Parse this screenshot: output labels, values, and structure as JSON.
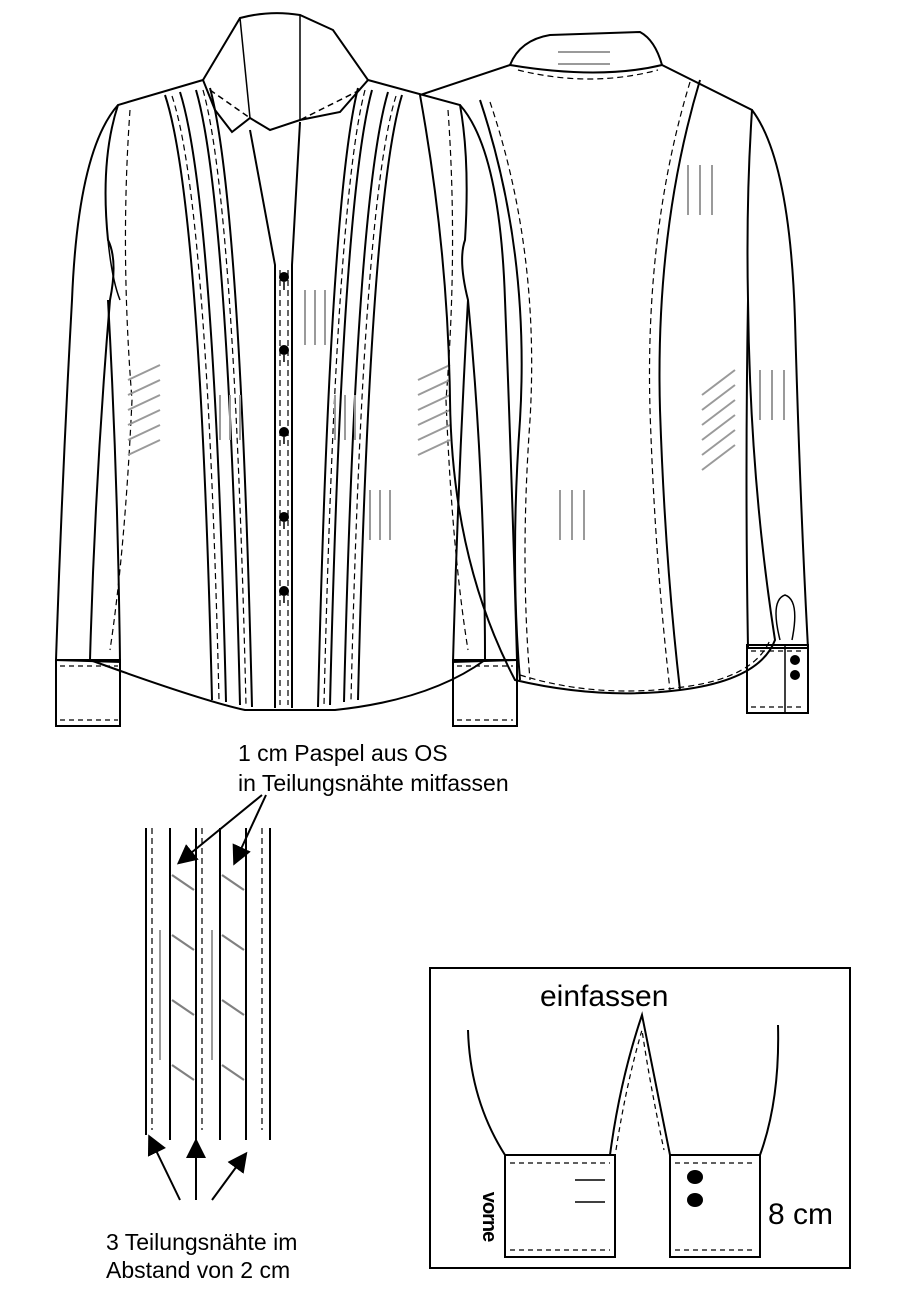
{
  "labels": {
    "paspel_line1": "1 cm Paspel aus OS",
    "paspel_line2": "in Teilungsnähte mitfassen",
    "seams_line1": "3 Teilungsnähte im",
    "seams_line2": "Abstand von 2 cm",
    "einfassen": "einfassen",
    "vorne": "vorne",
    "cuff_height": "8 cm"
  },
  "colors": {
    "line": "#000000",
    "grain": "#9a9a9a"
  }
}
